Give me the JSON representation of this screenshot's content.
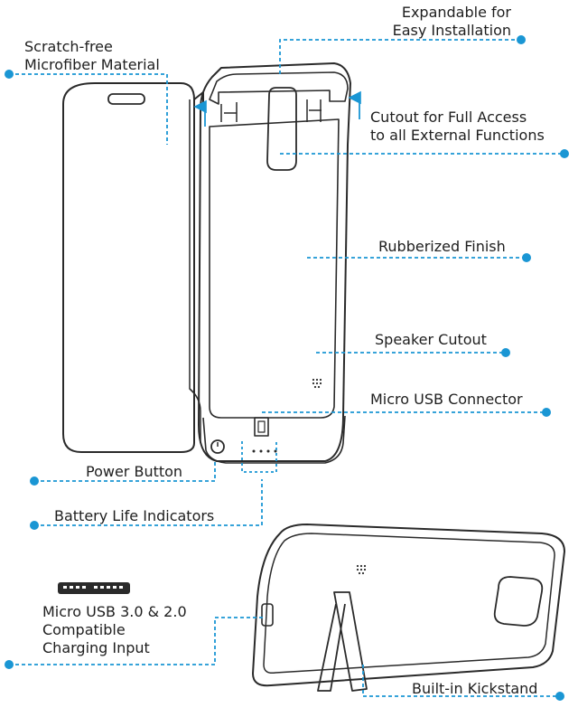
{
  "labels": {
    "expandable_l1": "Expandable for",
    "expandable_l2": "Easy Installation",
    "scratch_l1": "Scratch-free",
    "scratch_l2": "Microfiber Material",
    "cutout_l1": "Cutout for Full Access",
    "cutout_l2": "to all External Functions",
    "rubberized": "Rubberized Finish",
    "speaker": "Speaker Cutout",
    "micro_usb": "Micro USB Connector",
    "power": "Power Button",
    "battery": "Battery Life Indicators",
    "usb_input_l1": "Micro USB 3.0 & 2.0",
    "usb_input_l2": "Compatible",
    "usb_input_l3": "Charging Input",
    "kickstand": "Built-in Kickstand"
  },
  "colors": {
    "accent": "#1a96d4",
    "line_art": "#2a2a2a",
    "text": "#1e1e1e"
  }
}
